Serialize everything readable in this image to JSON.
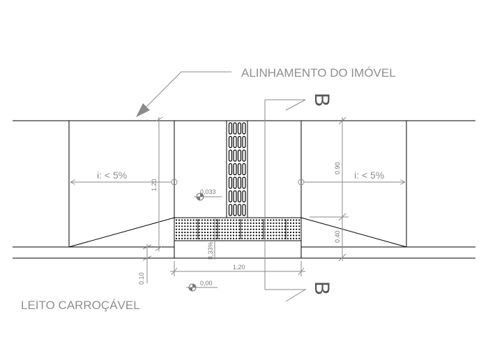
{
  "labels": {
    "alignment": "ALINHAMENTO DO IMÓVEL",
    "roadway": "LEITO CARROÇÁVEL",
    "slope_left": "i: < 5%",
    "slope_right": "i: < 5%",
    "section_top": "B",
    "section_bottom": "B",
    "level_upper": "0,033",
    "level_lower": "0,00"
  },
  "dimensions": {
    "width_ramp": "1.20",
    "depth_ramp": "1.20",
    "depth_top": "0.90",
    "depth_bottom": "0.40",
    "curb": "0.10",
    "slope_dim": "8,33%"
  },
  "colors": {
    "line": "#000000",
    "dimension": "#8a8a8a",
    "text": "#8f8f8f"
  }
}
